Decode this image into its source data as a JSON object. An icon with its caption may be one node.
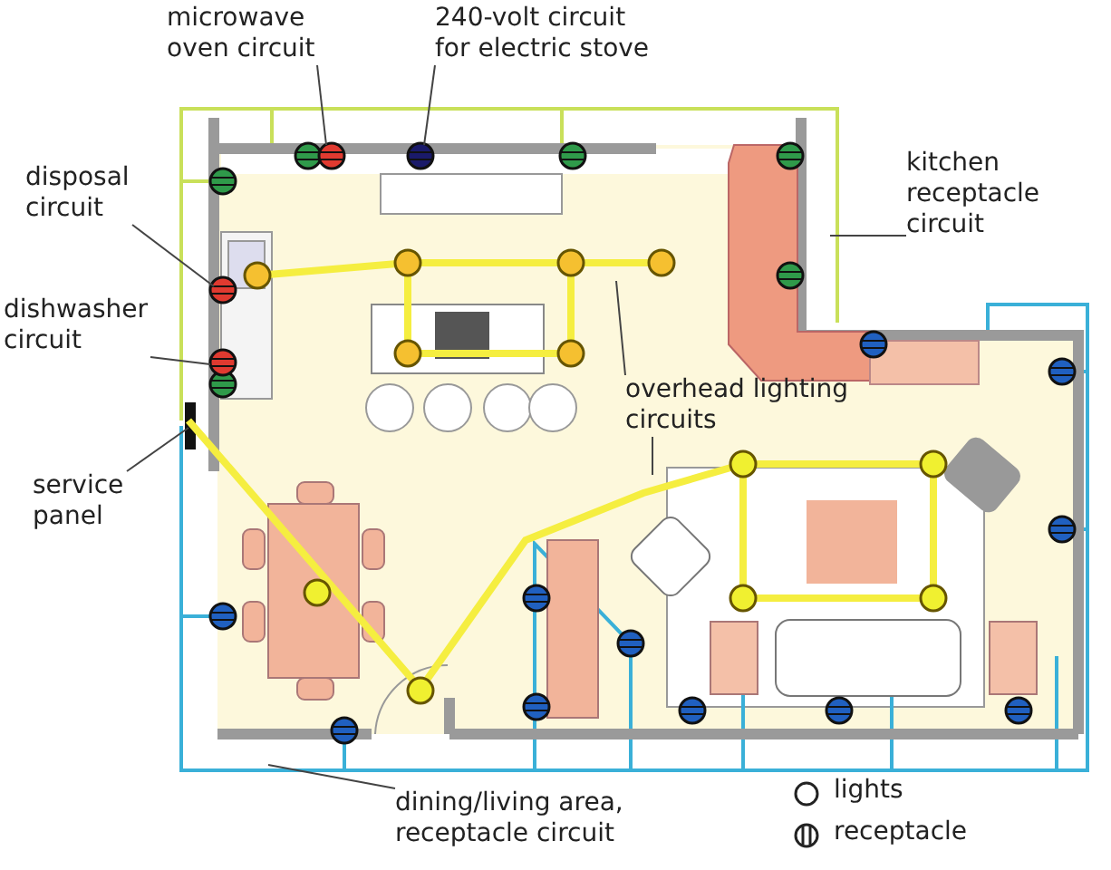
{
  "diagram": {
    "nodes": [
      {
        "text": [
          "microwave oven circuit"
        ]
      },
      {
        "text": [
          "240-volt circuit for electric stove"
        ]
      },
      {
        "text": [
          "kitchen receptacle circuit"
        ]
      },
      {
        "text": [
          "disposal circuit"
        ]
      },
      {
        "text": [
          "dishwasher circuit"
        ]
      },
      {
        "text": [
          "overhead lighting circuits"
        ]
      },
      {
        "text": [
          "service panel"
        ]
      },
      {
        "text": [
          "dining/living area, receptacle circuit"
        ]
      }
    ],
    "edges": [
      {
        "from": 0,
        "to": null,
        "arrow": "none"
      },
      {
        "from": 1,
        "to": null,
        "arrow": "none"
      },
      {
        "from": 2,
        "to": null,
        "arrow": "none"
      },
      {
        "from": 3,
        "to": null,
        "arrow": "none"
      },
      {
        "from": 4,
        "to": null,
        "arrow": "none"
      },
      {
        "from": 5,
        "to": null,
        "arrow": "none"
      },
      {
        "from": 5,
        "to": null,
        "arrow": "none"
      },
      {
        "from": 6,
        "to": null,
        "arrow": "none"
      },
      {
        "from": 7,
        "to": null,
        "arrow": "none"
      }
    ],
    "legend": [
      {
        "text": "lights"
      },
      {
        "text": "receptacle"
      }
    ]
  }
}
